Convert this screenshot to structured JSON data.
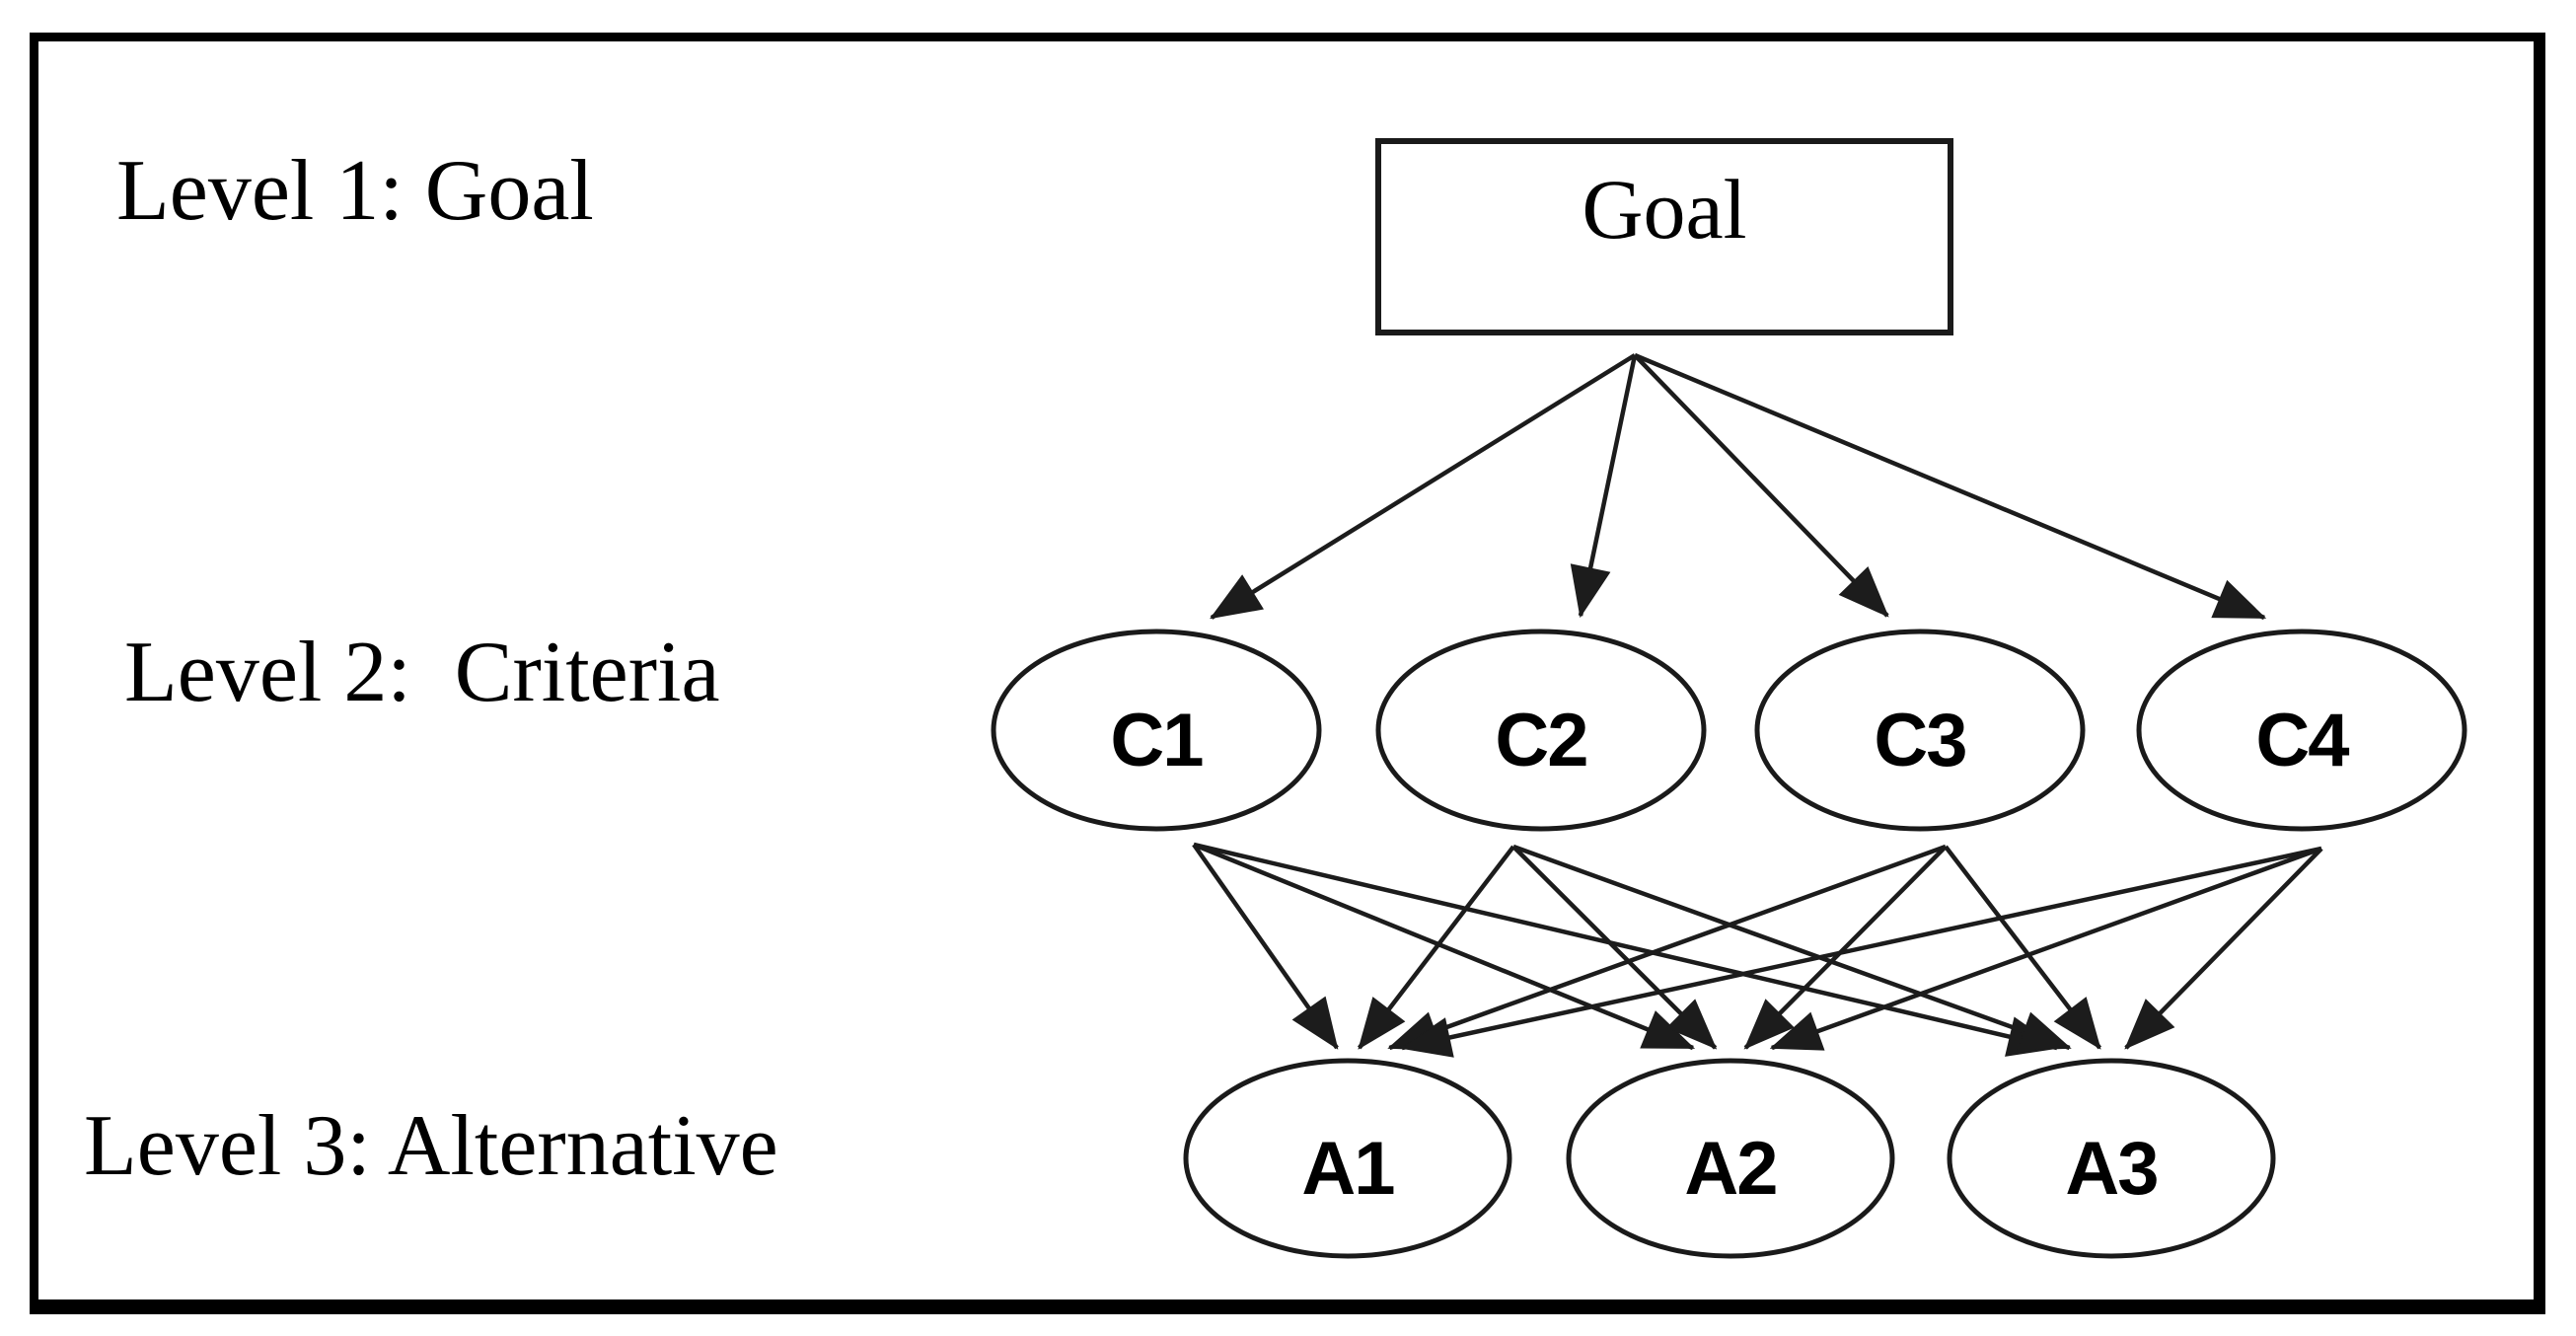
{
  "figure": {
    "background": "#ffffff",
    "frame_color": "#000000",
    "line_color": "#1c1c1c",
    "node_fill": "#ffffff",
    "node_stroke": "#1a1a1a",
    "text_color": "#000000"
  },
  "level_labels": [
    {
      "label": "Level 1: Goal"
    },
    {
      "label": "Level 2:  Criteria"
    },
    {
      "label": "Level 3: Alternative"
    }
  ],
  "nodes": {
    "goal": {
      "id": "goal",
      "label": "Goal",
      "shape": "rectangle"
    },
    "criteria": [
      {
        "id": "C1",
        "label": "C1",
        "shape": "ellipse"
      },
      {
        "id": "C2",
        "label": "C2",
        "shape": "ellipse"
      },
      {
        "id": "C3",
        "label": "C3",
        "shape": "ellipse"
      },
      {
        "id": "C4",
        "label": "C4",
        "shape": "ellipse"
      }
    ],
    "alternatives": [
      {
        "id": "A1",
        "label": "A1",
        "shape": "ellipse"
      },
      {
        "id": "A2",
        "label": "A2",
        "shape": "ellipse"
      },
      {
        "id": "A3",
        "label": "A3",
        "shape": "ellipse"
      }
    ]
  },
  "edges": [
    {
      "from": "goal",
      "to": "C1"
    },
    {
      "from": "goal",
      "to": "C2"
    },
    {
      "from": "goal",
      "to": "C3"
    },
    {
      "from": "goal",
      "to": "C4"
    },
    {
      "from": "C1",
      "to": "A1"
    },
    {
      "from": "C1",
      "to": "A2"
    },
    {
      "from": "C1",
      "to": "A3"
    },
    {
      "from": "C2",
      "to": "A1"
    },
    {
      "from": "C2",
      "to": "A2"
    },
    {
      "from": "C2",
      "to": "A3"
    },
    {
      "from": "C3",
      "to": "A1"
    },
    {
      "from": "C3",
      "to": "A2"
    },
    {
      "from": "C3",
      "to": "A3"
    },
    {
      "from": "C4",
      "to": "A1"
    },
    {
      "from": "C4",
      "to": "A2"
    },
    {
      "from": "C4",
      "to": "A3"
    }
  ]
}
